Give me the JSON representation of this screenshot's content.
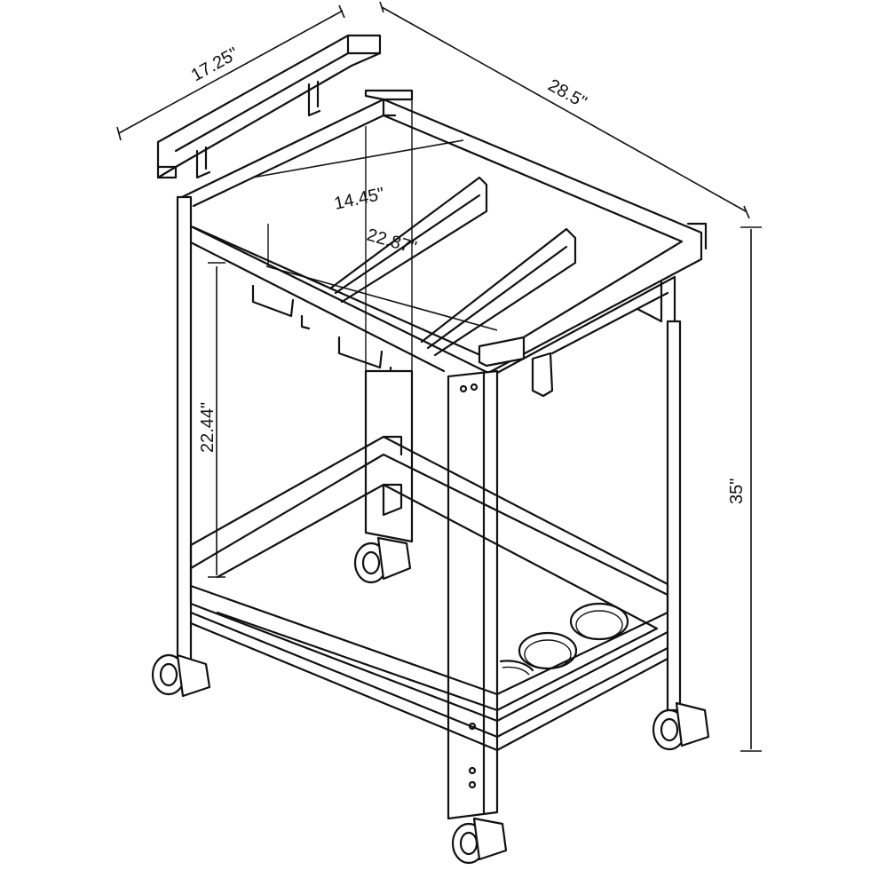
{
  "diagram": {
    "dimensions": {
      "width_top_handle": "17.25\"",
      "length_top": "28.5\"",
      "inner_width": "14.45\"",
      "inner_length": "22.87\"",
      "shelf_clearance": "22.44\"",
      "height_total": "35\""
    }
  }
}
